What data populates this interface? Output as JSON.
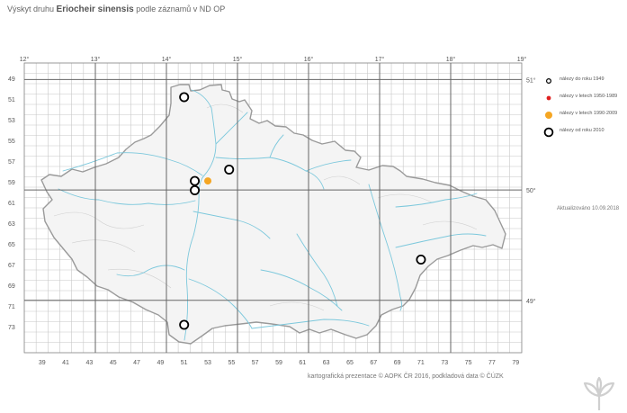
{
  "title": {
    "prefix": "Výskyt druhu",
    "species": "Eriocheir sinensis",
    "suffix": "podle záznamů v ND OP"
  },
  "axes": {
    "top_lon": [
      "12°",
      "13°",
      "14°",
      "15°",
      "16°",
      "17°",
      "18°",
      "19°"
    ],
    "right_lat": [
      "51°",
      "50°",
      "49°"
    ],
    "left_rows": [
      "49",
      "51",
      "53",
      "55",
      "57",
      "59",
      "61",
      "63",
      "65",
      "67",
      "69",
      "71",
      "73"
    ],
    "bottom_cols": [
      "39",
      "41",
      "43",
      "45",
      "47",
      "49",
      "51",
      "53",
      "55",
      "57",
      "59",
      "61",
      "63",
      "65",
      "67",
      "69",
      "71",
      "73",
      "75",
      "77",
      "79"
    ]
  },
  "legend": [
    {
      "label": "nálezy do roku 1949",
      "symbol": "small-ring",
      "color": "#000000"
    },
    {
      "label": "nálezy v letech 1950-1989",
      "symbol": "red-dot",
      "color": "#e02020"
    },
    {
      "label": "nálezy v letech 1990-2009",
      "symbol": "orange-dot",
      "color": "#f5a623"
    },
    {
      "label": "nálezy od roku 2010",
      "symbol": "large-ring",
      "color": "#000000"
    }
  ],
  "records": [
    {
      "period": "od 2010",
      "col": 51,
      "row": 50.8
    },
    {
      "period": "od 2010",
      "col": 54.8,
      "row": 57.8
    },
    {
      "period": "od 2010",
      "col": 51.9,
      "row": 58.9
    },
    {
      "period": "od 2010",
      "col": 51.9,
      "row": 59.8
    },
    {
      "period": "1990-2009",
      "col": 53,
      "row": 58.9
    },
    {
      "period": "od 2010",
      "col": 71,
      "row": 66.5
    },
    {
      "period": "od 2010",
      "col": 51,
      "row": 72.8
    }
  ],
  "updated": "Aktualizováno 10.09.2018",
  "credit": "kartografická prezentace © AOPK ČR 2016, podkladová data © ČÚZK",
  "colors": {
    "river": "#7cc8dc",
    "border": "#9a9a9a",
    "grid": "#c8c8c8",
    "major_grid": "#666666"
  }
}
